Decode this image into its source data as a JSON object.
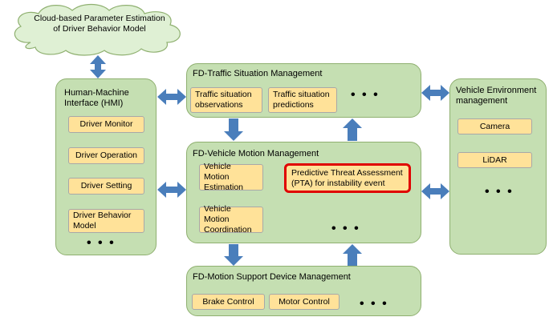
{
  "cloud": {
    "label": "Cloud-based Parameter Estimation of Driver Behavior Model"
  },
  "hmi": {
    "title": "Human-Machine Interface (HMI)",
    "items": [
      "Driver Monitor",
      "Driver Operation",
      "Driver Setting",
      "Driver Behavior Model"
    ],
    "more": "• • •"
  },
  "traffic": {
    "title": "FD-Traffic Situation Management",
    "items": [
      "Traffic situation observations",
      "Traffic situation predictions"
    ],
    "more": "• • •"
  },
  "motion": {
    "title": "FD-Vehicle Motion Management",
    "items": [
      "Vehicle Motion Estimation",
      "Vehicle Motion Coordination"
    ],
    "highlight": "Predictive Threat Assessment (PTA) for instability event",
    "more": "• • •"
  },
  "environment": {
    "title": "Vehicle Environment management",
    "items": [
      "Camera",
      "LiDAR"
    ],
    "more": "• • •"
  },
  "support": {
    "title": "FD-Motion Support Device Management",
    "items": [
      "Brake Control",
      "Motor Control"
    ],
    "more": "• • •"
  },
  "colors": {
    "panel": "#c5dfb2",
    "component": "#ffe299",
    "arrow": "#4a7ebb",
    "highlight_border": "#e00000"
  }
}
